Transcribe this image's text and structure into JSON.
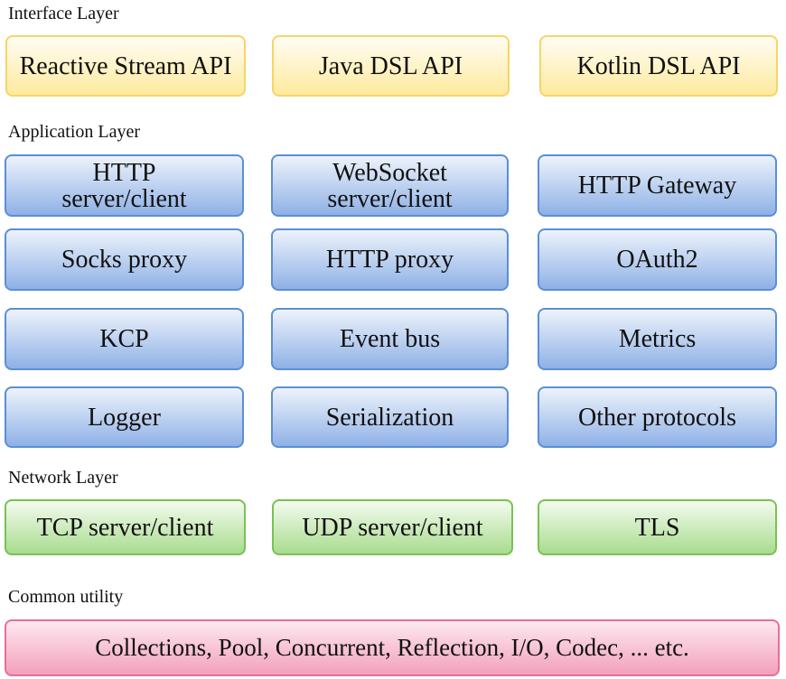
{
  "diagram": {
    "layers": [
      {
        "label": "Interface Layer",
        "color": "#fdf0b8",
        "items": [
          "Reactive Stream API",
          "Java DSL API",
          "Kotlin DSL API"
        ]
      },
      {
        "label": "Application Layer",
        "color": "#a9c4ee",
        "items": [
          "HTTP server/client",
          "WebSocket server/client",
          "HTTP Gateway",
          "Socks proxy",
          "HTTP proxy",
          "OAuth2",
          "KCP",
          "Event bus",
          "Metrics",
          "Logger",
          "Serialization",
          "Other protocols"
        ]
      },
      {
        "label": "Network Layer",
        "color": "#c2e6b0",
        "items": [
          "TCP server/client",
          "UDP server/client",
          "TLS"
        ]
      },
      {
        "label": "Common utility",
        "color": "#f7bfd2",
        "items": [
          "Collections, Pool, Concurrent, Reflection, I/O, Codec, ... etc."
        ]
      }
    ]
  }
}
